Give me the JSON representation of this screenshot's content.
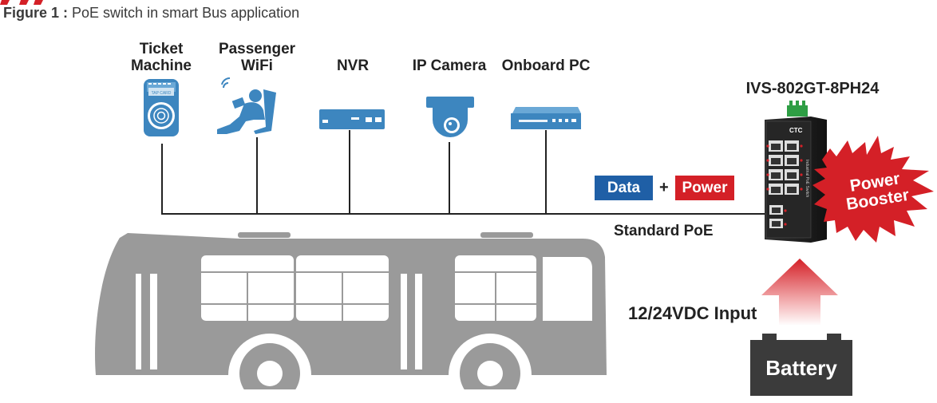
{
  "caption": {
    "figure_label": "Figure 1 :",
    "text": "PoE switch in smart Bus application"
  },
  "devices": [
    {
      "label": "Ticket\nMachine",
      "icon": "ticket-machine-icon"
    },
    {
      "label": "Passenger\nWiFi",
      "icon": "passenger-wifi-icon"
    },
    {
      "label": "NVR",
      "icon": "nvr-icon"
    },
    {
      "label": "IP Camera",
      "icon": "ip-camera-icon"
    },
    {
      "label": "Onboard PC",
      "icon": "onboard-pc-icon"
    }
  ],
  "ticket_card_text": "TAP CARD",
  "switch": {
    "model": "IVS-802GT-8PH24",
    "brand": "CTC",
    "side_text": "Industrial PoE Switch"
  },
  "tags": {
    "data": "Data",
    "plus": "+",
    "power": "Power"
  },
  "link_label": "Standard PoE",
  "input_label": "12/24VDC Input",
  "battery_label": "Battery",
  "booster": {
    "line1": "Power",
    "line2": "Booster"
  },
  "colors": {
    "data_blue": "#1f5fa6",
    "power_red": "#d42027",
    "device_blue": "#3d86bf",
    "bus_gray": "#9a9a9a",
    "battery_dark": "#3b3b3b"
  }
}
